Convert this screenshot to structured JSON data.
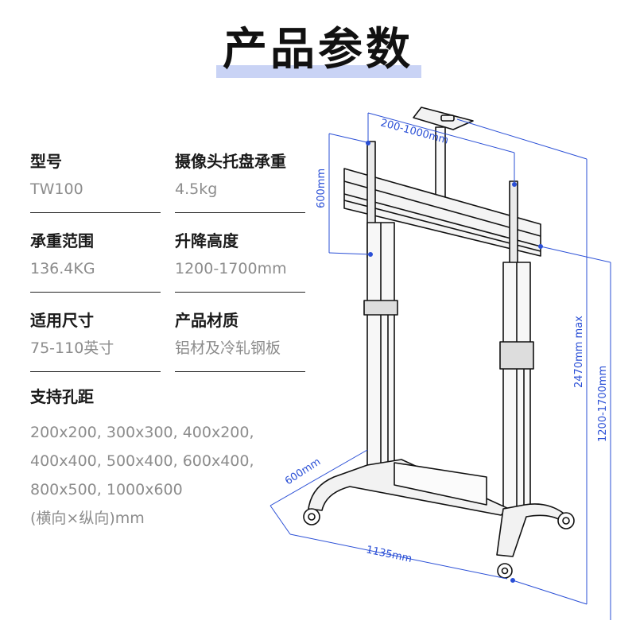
{
  "title": "产品参数",
  "specs": [
    {
      "label": "型号",
      "value": "TW100"
    },
    {
      "label": "摄像头托盘承重",
      "value": "4.5kg"
    },
    {
      "label": "承重范围",
      "value": "136.4KG"
    },
    {
      "label": "升降高度",
      "value": "1200-1700mm"
    },
    {
      "label": "适用尺寸",
      "value": "75-110英寸"
    },
    {
      "label": "产品材质",
      "value": "铝材及冷轧钢板"
    }
  ],
  "holes": {
    "label": "支持孔距",
    "lines": [
      "200x200, 300x300, 400x200,",
      "400x400, 500x400, 600x400,",
      "800x500, 1000x600",
      "(横向×纵向)mm"
    ]
  },
  "dimensions": {
    "tray_width": "200-1000mm",
    "mount_height": "600mm",
    "max_height": "2470mm max",
    "lift_range": "1200-1700mm",
    "base_depth": "600mm",
    "base_width": "1135mm"
  },
  "colors": {
    "dimension_line": "#2a4fd6",
    "title_highlight": "#c9d3f5"
  }
}
